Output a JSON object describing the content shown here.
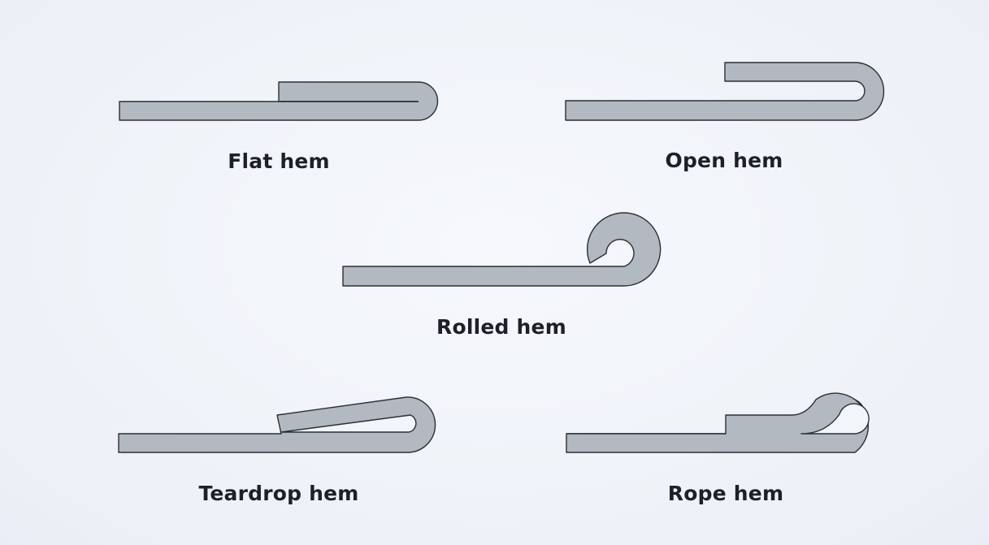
{
  "diagram": {
    "hems": [
      {
        "id": "flat",
        "label": "Flat hem"
      },
      {
        "id": "open",
        "label": "Open hem"
      },
      {
        "id": "rolled",
        "label": "Rolled hem"
      },
      {
        "id": "teardrop",
        "label": "Teardrop hem"
      },
      {
        "id": "rope",
        "label": "Rope hem"
      }
    ],
    "colors": {
      "background": "#f2f5fa",
      "metal_fill": "#b3b9c1",
      "outline": "#2b2f36",
      "label_text": "#1d2026"
    }
  }
}
